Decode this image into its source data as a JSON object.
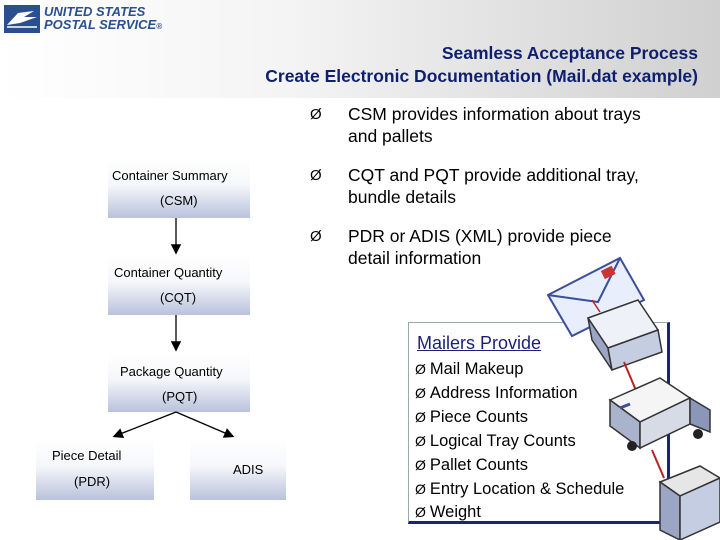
{
  "logo": {
    "line1": "UNITED STATES",
    "line2": "POSTAL SERVICE",
    "reg": "®"
  },
  "title": {
    "line1": "Seamless Acceptance Process",
    "line2": "Create Electronic Documentation (Mail.dat example)"
  },
  "bullets": [
    {
      "mark": "Ø",
      "line1": "CSM provides information about trays",
      "line2": "and pallets"
    },
    {
      "mark": "Ø",
      "line1": "CQT and PQT provide additional tray,",
      "line2": "bundle details"
    },
    {
      "mark": "Ø",
      "line1": "PDR or ADIS (XML) provide piece",
      "line2": "detail information"
    }
  ],
  "flow": {
    "csm": {
      "line1": "Container Summary",
      "line2": "(CSM)"
    },
    "cqt": {
      "line1": "Container Quantity",
      "line2": "(CQT)"
    },
    "pqt": {
      "line1": "Package Quantity",
      "line2": "(PQT)"
    },
    "pdr": {
      "line1": "Piece Detail",
      "line2": "(PDR)"
    },
    "adis": {
      "line1": "ADIS"
    }
  },
  "mailers": {
    "title": "Mailers Provide",
    "mark": "Ø",
    "items": [
      "Mail Makeup",
      "Address Information",
      "Piece Counts",
      "Logical Tray Counts",
      "Pallet Counts",
      "Entry Location & Schedule",
      "Weight"
    ]
  },
  "colors": {
    "title": "#0d1f6e",
    "accent": "#1a237e",
    "logo": "#2a4f8f",
    "box_bottom": "#b9c2dc"
  }
}
